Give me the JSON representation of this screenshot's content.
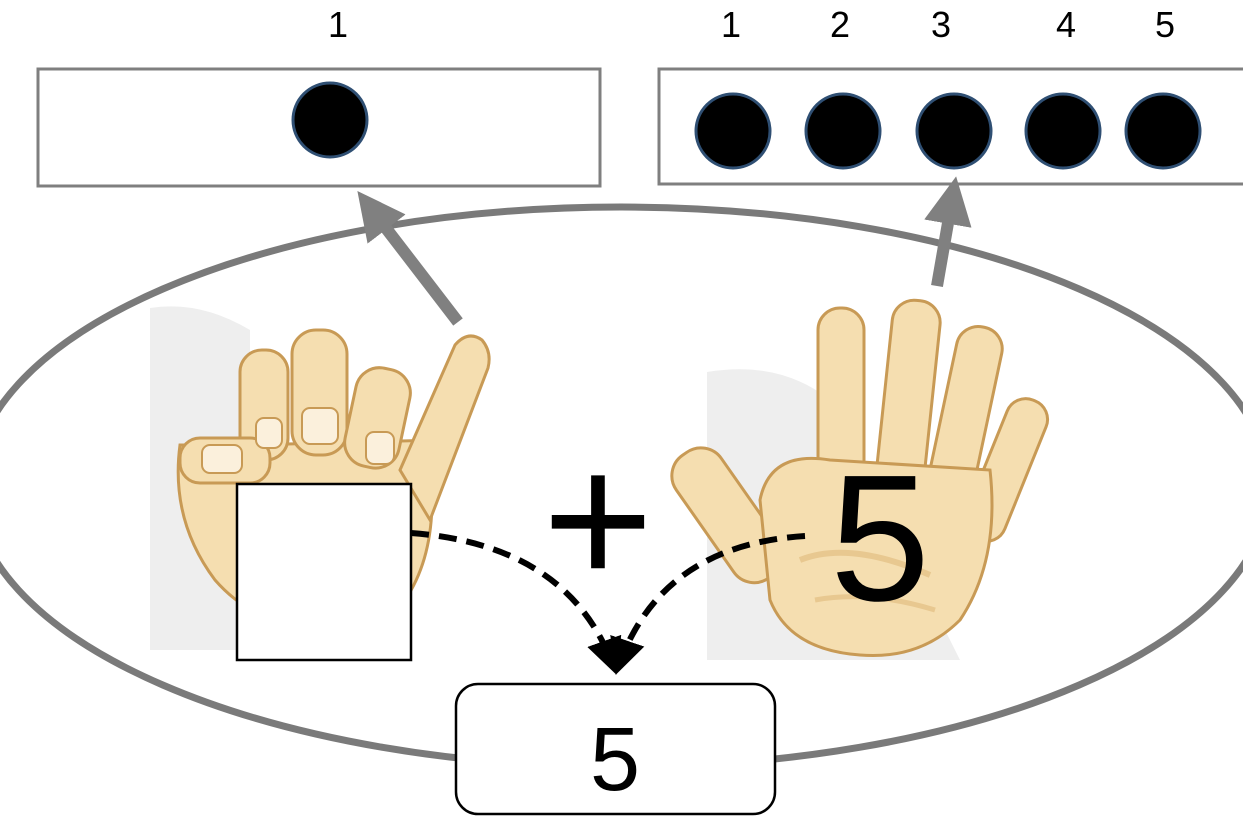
{
  "top_left_panel": {
    "count_labels": [
      "1"
    ],
    "dot_color": "#000000",
    "dot_stroke": "#2f4f73"
  },
  "top_right_panel": {
    "count_labels": [
      "1",
      "2",
      "3",
      "4",
      "5"
    ],
    "dot_color": "#000000",
    "dot_stroke": "#2f4f73"
  },
  "equation": {
    "left_addend": "",
    "operator": "+",
    "right_addend": "5",
    "result": "5"
  },
  "hands": {
    "left": {
      "icon": "hand-one-finger-icon",
      "fingers_raised": 1
    },
    "right": {
      "icon": "hand-five-fingers-icon",
      "fingers_raised": 5
    }
  },
  "colors": {
    "ellipse_stroke": "#7a7a7a",
    "arrow": "#808080",
    "skin": "#f5deb0",
    "skin_shade": "#e8c890",
    "skin_stroke": "#c89a55",
    "panel_stroke": "#7f7f7f"
  }
}
